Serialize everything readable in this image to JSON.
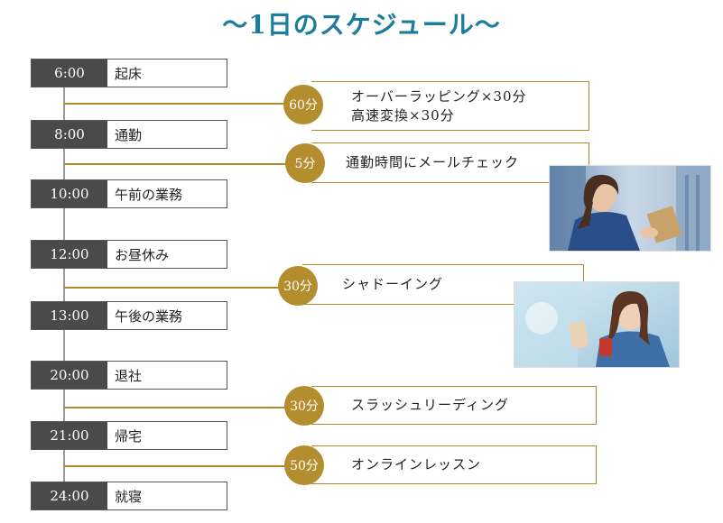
{
  "title": "〜1日のスケジュール〜",
  "schedule": [
    {
      "time": "6:00",
      "label": "起床"
    },
    {
      "time": "8:00",
      "label": "通勤"
    },
    {
      "time": "10:00",
      "label": "午前の業務"
    },
    {
      "time": "12:00",
      "label": "お昼休み"
    },
    {
      "time": "13:00",
      "label": "午後の業務"
    },
    {
      "time": "20:00",
      "label": "退社"
    },
    {
      "time": "21:00",
      "label": "帰宅"
    },
    {
      "time": "24:00",
      "label": "就寝"
    }
  ],
  "activities": [
    {
      "duration": "60分",
      "line1": "オーバーラッピング×30分",
      "line2": "高速変換×30分"
    },
    {
      "duration": "5分",
      "line1": "通勤時間にメールチェック"
    },
    {
      "duration": "30分",
      "line1": "シャドーイング"
    },
    {
      "duration": "30分",
      "line1": "スラッシュリーディング"
    },
    {
      "duration": "50分",
      "line1": "オンラインレッスン"
    }
  ]
}
